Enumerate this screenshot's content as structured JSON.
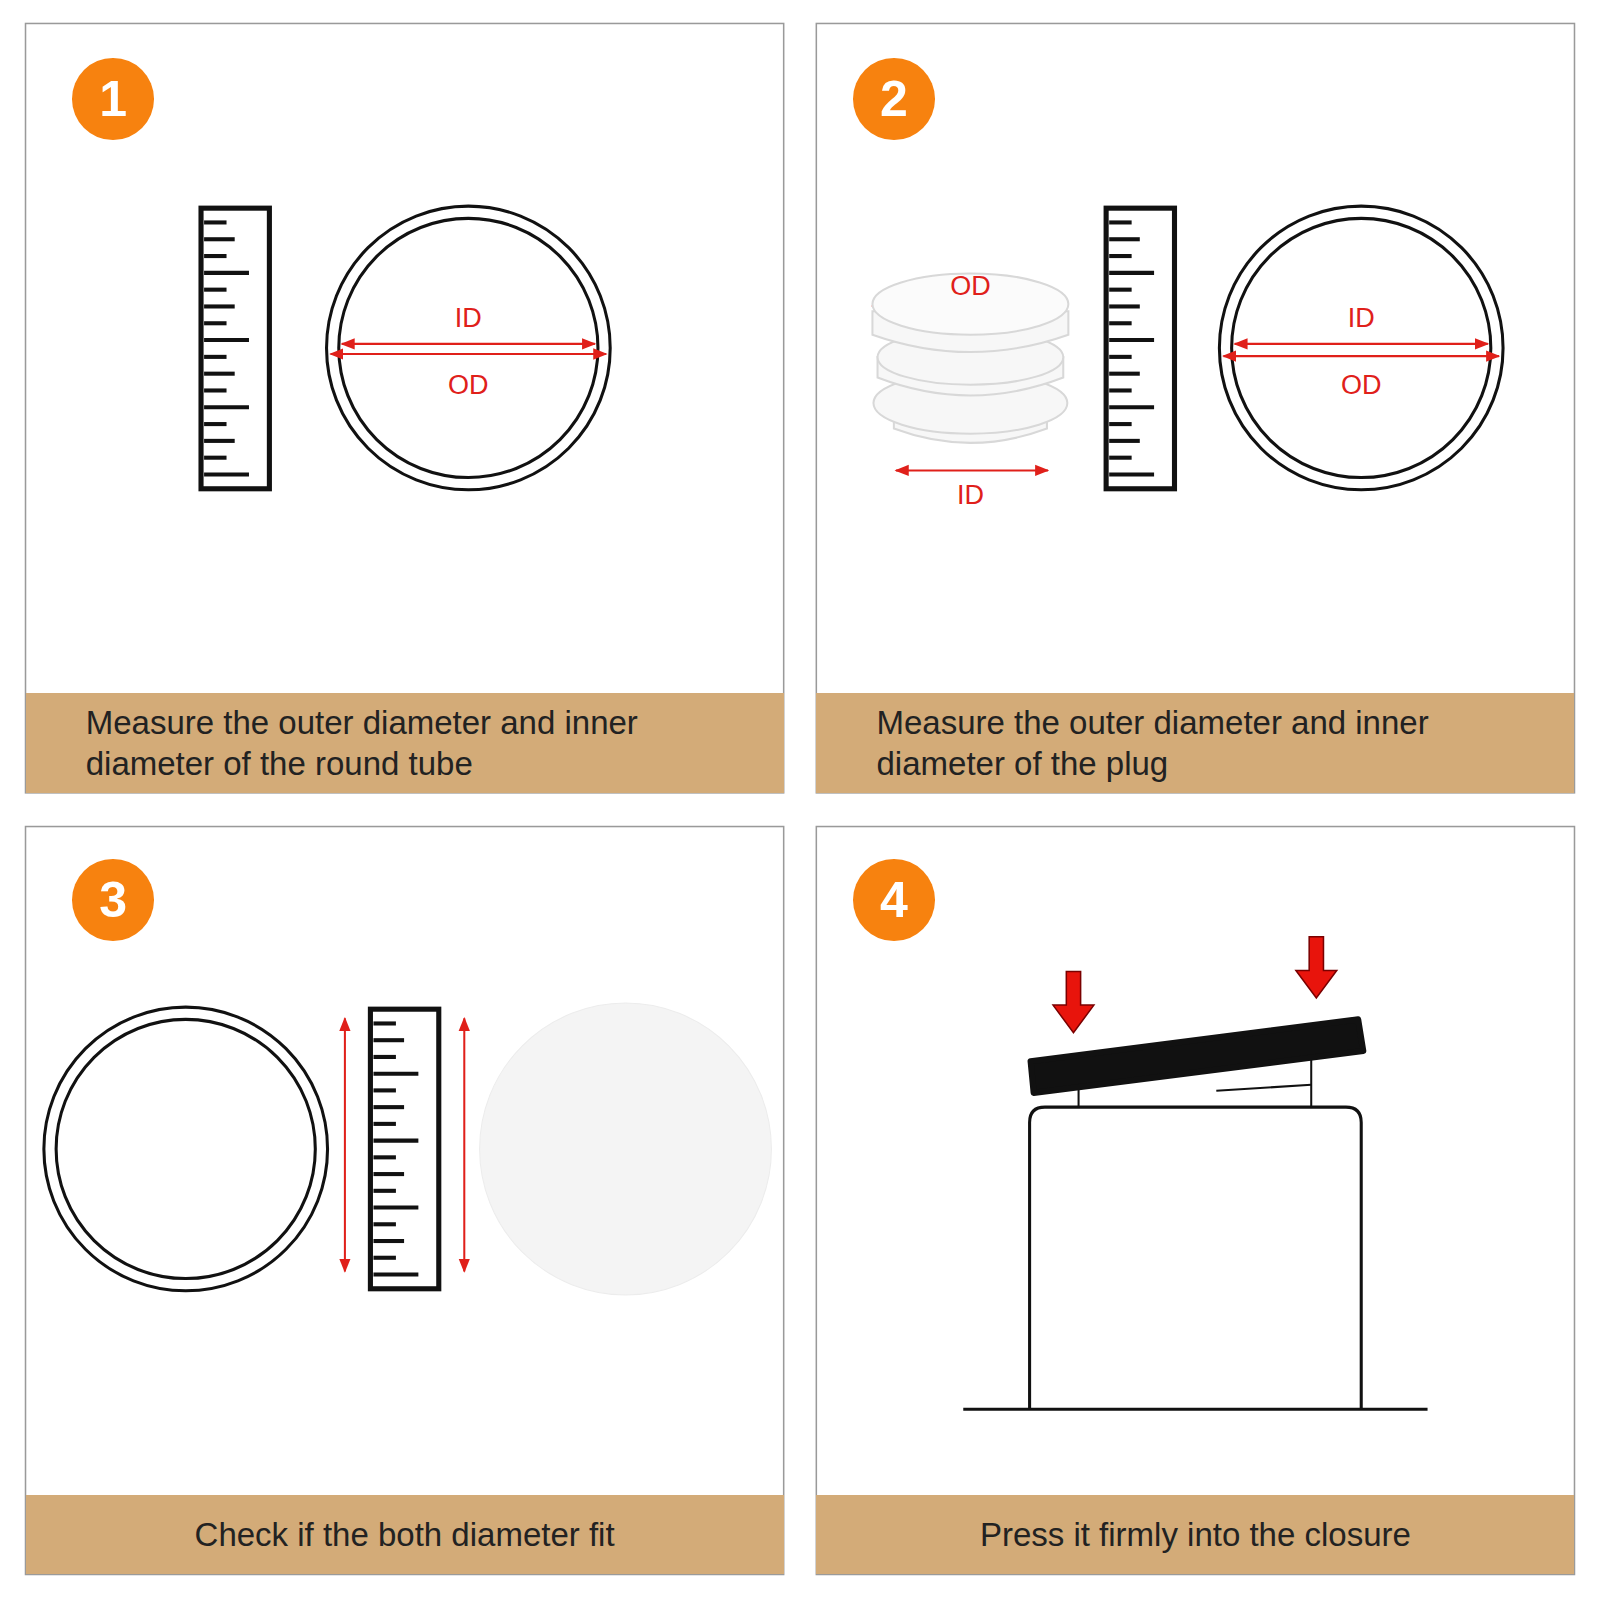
{
  "diagram": {
    "nodes": [
      {
        "text": [
          "1"
        ]
      },
      {
        "text": [
          "Measure the outer diameter and inner diameter of the round tube"
        ]
      },
      {
        "text": [
          "2"
        ]
      },
      {
        "text": [
          "Measure the outer diameter and inner diameter of the plug"
        ]
      },
      {
        "text": [
          "3"
        ]
      },
      {
        "text": [
          "Check if the both diameter fit"
        ]
      },
      {
        "text": [
          "4"
        ]
      },
      {
        "text": [
          "Press it firmly into the closure"
        ]
      }
    ],
    "labels": [
      "ID",
      "OD",
      "OD",
      "ID",
      "ID",
      "OD"
    ]
  }
}
